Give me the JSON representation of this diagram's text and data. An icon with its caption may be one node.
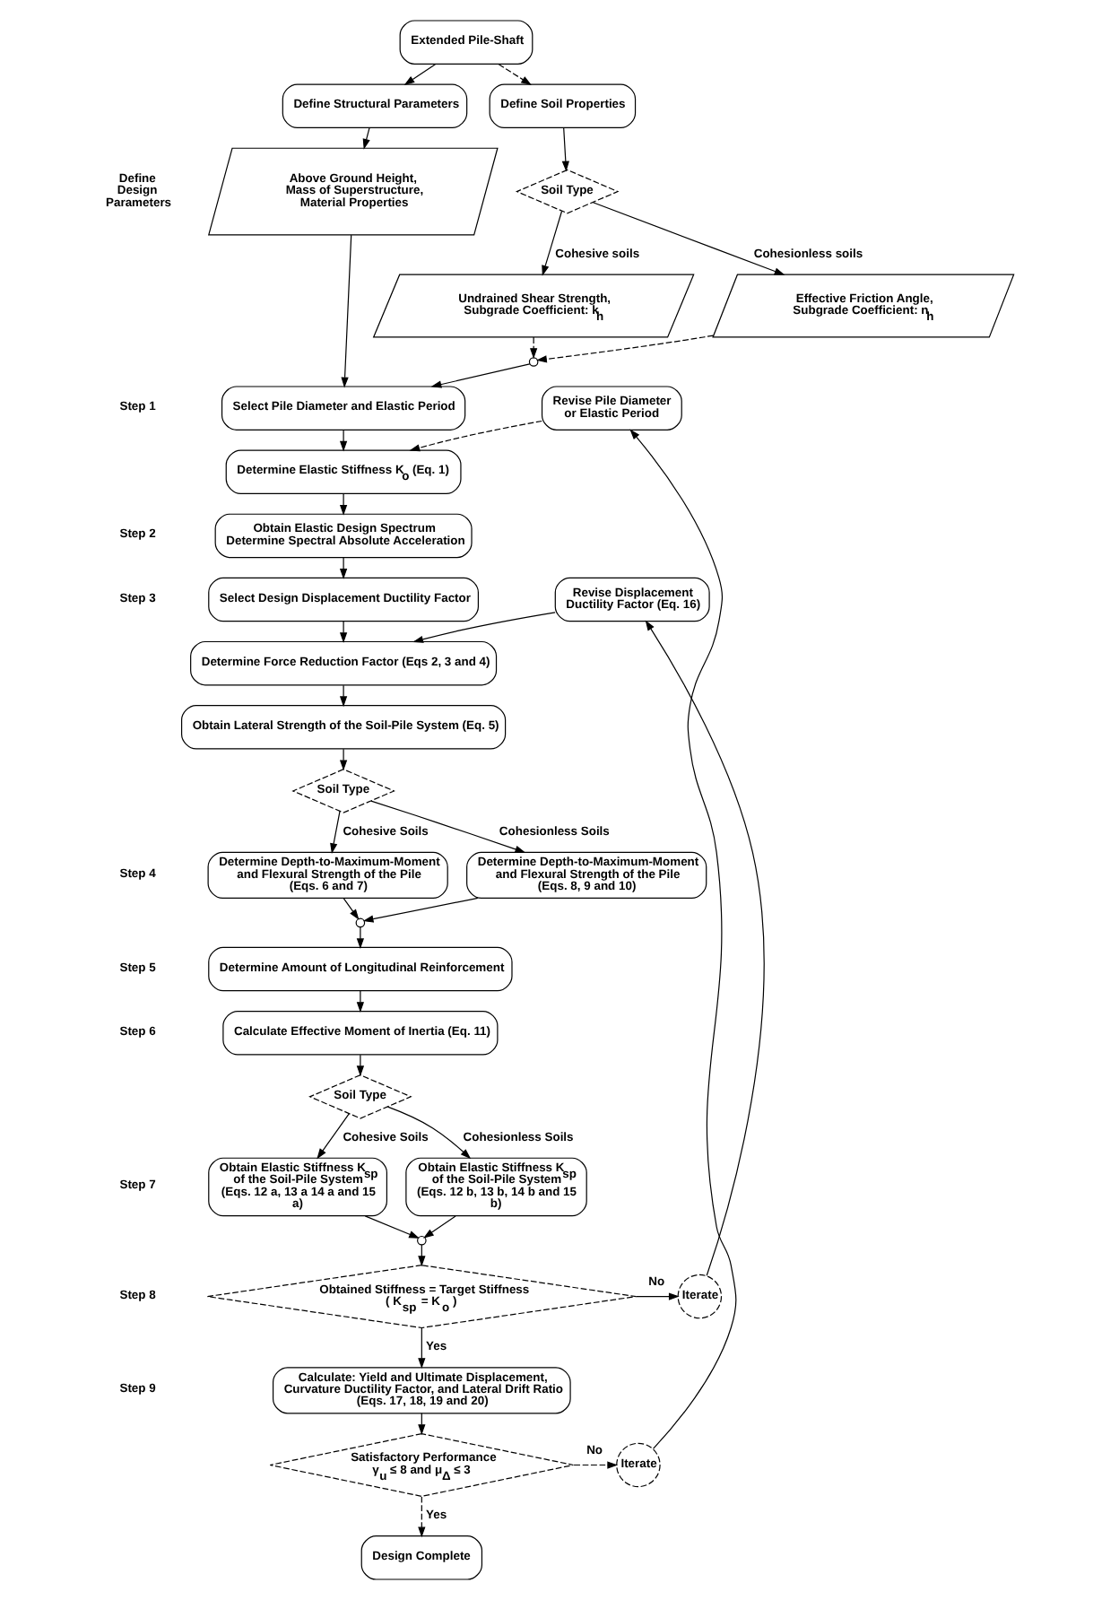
{
  "diagram": {
    "nodes": [
      {
        "text": [
          "Extended Pile-Shaft"
        ]
      },
      {
        "text": [
          "Define Structural Parameters"
        ]
      },
      {
        "text": [
          "Above Ground Height, Mass of Superstructure, Material Properties"
        ]
      },
      {
        "text": [
          "Define Soil Properties"
        ]
      },
      {
        "text": [
          "Soil Type"
        ]
      },
      {
        "text": [
          "Undrained Shear Strength, Subgrade Coefficient: k$_{h}$"
        ]
      },
      {
        "text": [
          "Effective Friction Angle, Subgrade Coefficient: n$_{h}$"
        ]
      },
      {
        "text": [],
        "shape": "circle"
      },
      {
        "text": [
          "Select Pile Diameter and Elastic Period"
        ]
      },
      {
        "text": [
          "Determine Elastic Stiffness K$_{o}$ (Eq. 1)"
        ]
      },
      {
        "text": [
          "Revise Pile Diameter or Elastic Period"
        ]
      },
      {
        "text": [
          "Obtain Elastic Design Spectrum",
          "Determine Spectral Absolute Acceleration"
        ]
      },
      {
        "text": [
          "Select Design Displacement Ductility Factor"
        ]
      },
      {
        "text": [
          "Determine Force Reduction Factor (Eqs 2, 3 and 4)"
        ]
      },
      {
        "text": [
          "Revise Displacement Ductility Factor (Eq. 16)"
        ]
      },
      {
        "text": [
          "Obtain Lateral Strength of the Soil-Pile System (Eq. 5)"
        ]
      },
      {
        "text": [
          "Soil Type"
        ]
      },
      {
        "text": [
          "Determine Depth-to-Maximum-Moment and Flexural Strength of the Pile",
          "(Eqs. 6 and 7)"
        ]
      },
      {
        "text": [
          "Determine Depth-to-Maximum-Moment and Flexural Strength of the Pile",
          "(Eqs. 8, 9 and 10)"
        ]
      },
      {
        "text": [],
        "shape": "circle"
      },
      {
        "text": [
          "Determine Amount of Longitudinal Reinforcement"
        ]
      },
      {
        "text": [
          "Calculate Effective Moment of Inertia (Eq. 11)"
        ]
      },
      {
        "text": [
          "Soil Type"
        ]
      },
      {
        "text": [
          "Obtain Elastic Stiffness K$_{sp}$ of the Soil-Pile System",
          "(Eqs. 12 a, 13 a 14 a and 15 a)"
        ]
      },
      {
        "text": [
          "Obtain Elastic Stiffness K$_{sp}$ of the Soil-Pile System",
          "(Eqs. 12 b, 13 b, 14 b and 15 b)"
        ]
      },
      {
        "text": [],
        "shape": "circle"
      },
      {
        "text": [
          "Obtained Stiffness = Target Stiffness",
          "( K$_{sp}$ = K$_{o}$ )"
        ]
      },
      {
        "text": [
          "Iterate"
        ]
      },
      {
        "text": [
          "Calculate: Yield and Ultimate Displacement, Curvature Ductility Factor, and Lateral Drift Ratio",
          "(Eqs. 17, 18, 19 and 20)"
        ]
      },
      {
        "text": [
          "Satisfactory Performance",
          "γ$_{u}$ ≤ 8 and μ$_{Δ}$ ≤ 3"
        ]
      },
      {
        "text": [
          "Iterate"
        ]
      },
      {
        "text": [
          "Design Complete"
        ]
      }
    ],
    "edges": [
      {
        "from": 0,
        "to": 1,
        "arrow": "to"
      },
      {
        "from": 0,
        "to": 3,
        "arrow": "to",
        "style": "dashed"
      },
      {
        "from": 1,
        "to": 2,
        "arrow": "to"
      },
      {
        "from": 3,
        "to": 4,
        "arrow": "to"
      },
      {
        "from": 4,
        "to": 5,
        "arrow": "to",
        "label": "Cohesive soils"
      },
      {
        "from": 4,
        "to": 6,
        "arrow": "to",
        "label": "Cohesionless soils"
      },
      {
        "from": 5,
        "to": 7,
        "arrow": "to",
        "style": "dashed"
      },
      {
        "from": 6,
        "to": 7,
        "arrow": "to",
        "style": "dashed"
      },
      {
        "from": 2,
        "to": 8,
        "arrow": "to"
      },
      {
        "from": 7,
        "to": 8,
        "arrow": "to"
      },
      {
        "from": 8,
        "to": 9,
        "arrow": "to"
      },
      {
        "from": 10,
        "to": 9,
        "arrow": "to",
        "style": "dashed"
      },
      {
        "from": 9,
        "to": 11,
        "arrow": "to"
      },
      {
        "from": 11,
        "to": 12,
        "arrow": "to"
      },
      {
        "from": 12,
        "to": 13,
        "arrow": "to"
      },
      {
        "from": 14,
        "to": 13,
        "arrow": "to"
      },
      {
        "from": 13,
        "to": 15,
        "arrow": "to"
      },
      {
        "from": 15,
        "to": 16,
        "arrow": "to"
      },
      {
        "from": 16,
        "to": 17,
        "arrow": "to",
        "label": "Cohesive Soils"
      },
      {
        "from": 16,
        "to": 18,
        "arrow": "to",
        "label": "Cohesionless Soils"
      },
      {
        "from": 17,
        "to": 19,
        "arrow": "to"
      },
      {
        "from": 18,
        "to": 19,
        "arrow": "to"
      },
      {
        "from": 19,
        "to": 20,
        "arrow": "to"
      },
      {
        "from": 20,
        "to": 21,
        "arrow": "to"
      },
      {
        "from": 21,
        "to": 22,
        "arrow": "to"
      },
      {
        "from": 22,
        "to": 23,
        "arrow": "to",
        "label": "Cohesive Soils"
      },
      {
        "from": 22,
        "to": 24,
        "arrow": "to",
        "label": "Cohesionless Soils"
      },
      {
        "from": 23,
        "to": 25,
        "arrow": "to"
      },
      {
        "from": 24,
        "to": 25,
        "arrow": "to"
      },
      {
        "from": 25,
        "to": 26,
        "arrow": "to"
      },
      {
        "from": 26,
        "to": 27,
        "arrow": "to",
        "label": "No"
      },
      {
        "from": 27,
        "to": 14,
        "arrow": "to"
      },
      {
        "from": 26,
        "to": 28,
        "arrow": "to",
        "label": "Yes"
      },
      {
        "from": 28,
        "to": 29,
        "arrow": "to"
      },
      {
        "from": 29,
        "to": 30,
        "arrow": "to",
        "label": "No",
        "style": "dashed"
      },
      {
        "from": 30,
        "to": 10,
        "arrow": "to"
      },
      {
        "from": 29,
        "to": 31,
        "arrow": "to",
        "label": "Yes",
        "style": "dashed"
      }
    ],
    "labels": [
      "Define Design Parameters",
      "Step 1",
      "Step 2",
      "Step 3",
      "Step 4",
      "Step 5",
      "Step 6",
      "Step 7",
      "Step 8",
      "Step 9"
    ]
  }
}
